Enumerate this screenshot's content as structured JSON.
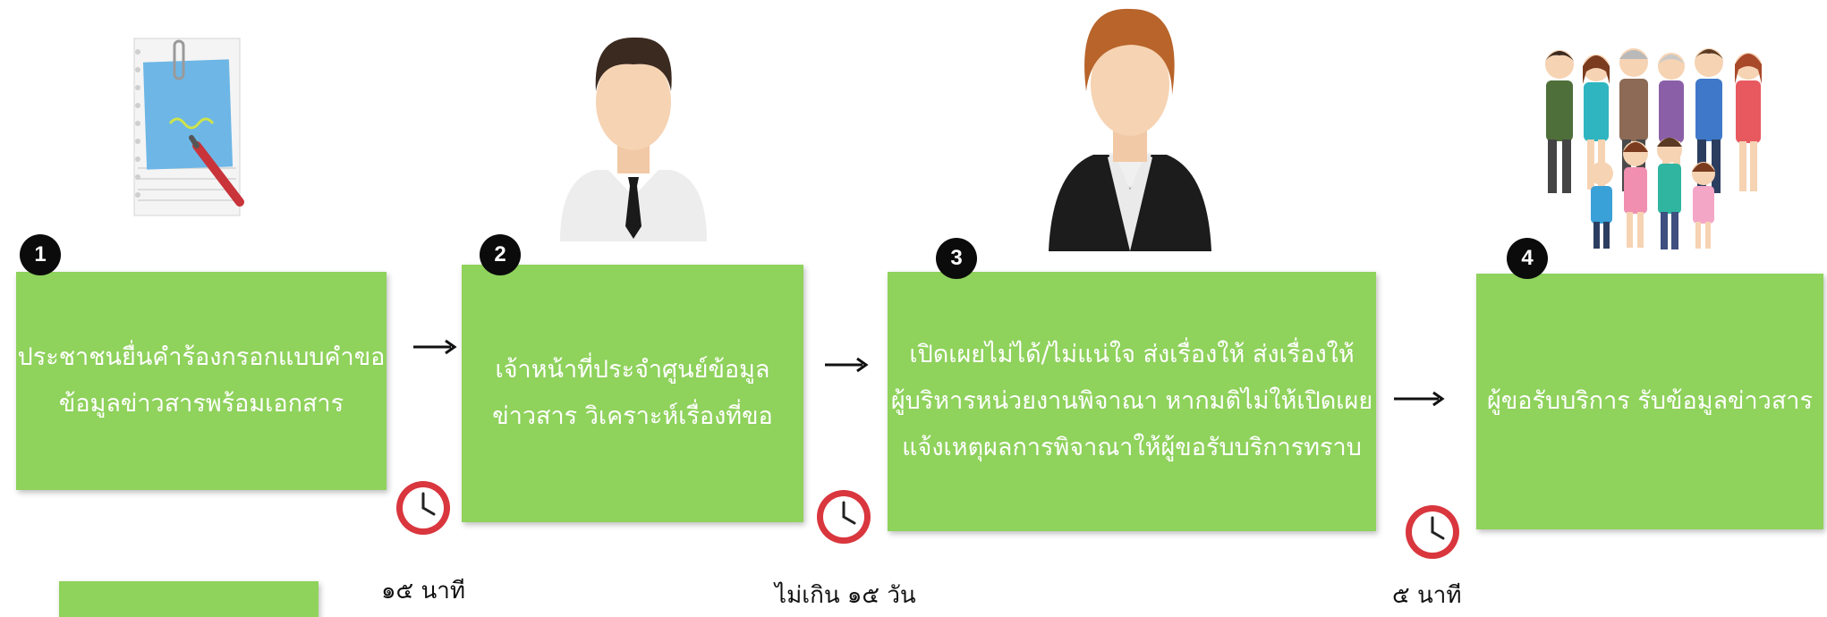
{
  "steps": [
    {
      "number": "1",
      "text": "ประชาชนยื่นคำร้องกรอกแบบคำขอ\nข้อมูลข่าวสารพร้อมเอกสาร"
    },
    {
      "number": "2",
      "text": "เจ้าหน้าที่ประจำศูนย์ข้อมูล\nข่าวสาร วิเคราะห์เรื่องที่ขอ"
    },
    {
      "number": "3",
      "text": "เปิดเผยไม่ได้/ไม่แน่ใจ ส่งเรื่องให้ ส่งเรื่องให้\nผู้บริหารหน่วยงานพิจาณา หากมติไม่ให้เปิดเผย\nแจ้งเหตุผลการพิจาณาให้ผู้ขอรับบริการทราบ"
    },
    {
      "number": "4",
      "text": "ผู้ขอรับบริการ รับข้อมูลข่าวสาร"
    }
  ],
  "durations": [
    {
      "label": "๑๕ นาที"
    },
    {
      "label": "ไม่เกิน ๑๕ วัน"
    },
    {
      "label": "๕ นาที"
    }
  ],
  "icons": [
    "notepad-icon",
    "male-officer-icon",
    "female-executive-icon",
    "family-icon",
    "clock-icon",
    "arrow-right-icon"
  ],
  "colors": {
    "box": "#8fd25c",
    "badge": "#0b0b0b",
    "clock": "#d9363e"
  }
}
